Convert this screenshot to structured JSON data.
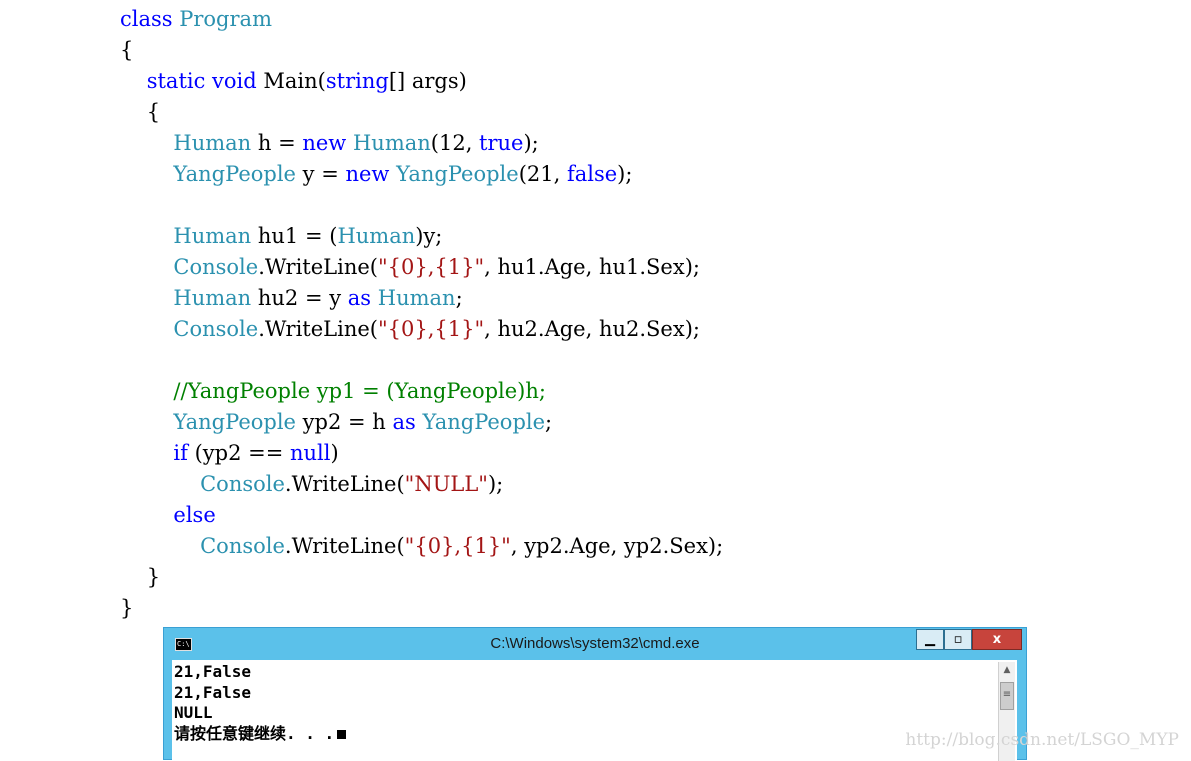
{
  "code_lines": [
    [
      [
        "kw",
        "class"
      ],
      [
        "pl",
        " "
      ],
      [
        "ty",
        "Program"
      ]
    ],
    [
      [
        "pl",
        "{"
      ]
    ],
    [
      [
        "pl",
        "    "
      ],
      [
        "kw",
        "static"
      ],
      [
        "pl",
        " "
      ],
      [
        "kw",
        "void"
      ],
      [
        "pl",
        " Main("
      ],
      [
        "kw",
        "string"
      ],
      [
        "pl",
        "[] args)"
      ]
    ],
    [
      [
        "pl",
        "    {"
      ]
    ],
    [
      [
        "pl",
        "        "
      ],
      [
        "ty",
        "Human"
      ],
      [
        "pl",
        " h = "
      ],
      [
        "kw",
        "new"
      ],
      [
        "pl",
        " "
      ],
      [
        "ty",
        "Human"
      ],
      [
        "pl",
        "(12, "
      ],
      [
        "kw",
        "true"
      ],
      [
        "pl",
        ");"
      ]
    ],
    [
      [
        "pl",
        "        "
      ],
      [
        "ty",
        "YangPeople"
      ],
      [
        "pl",
        " y = "
      ],
      [
        "kw",
        "new"
      ],
      [
        "pl",
        " "
      ],
      [
        "ty",
        "YangPeople"
      ],
      [
        "pl",
        "(21, "
      ],
      [
        "kw",
        "false"
      ],
      [
        "pl",
        ");"
      ]
    ],
    [
      [
        "pl",
        ""
      ]
    ],
    [
      [
        "pl",
        "        "
      ],
      [
        "ty",
        "Human"
      ],
      [
        "pl",
        " hu1 = ("
      ],
      [
        "ty",
        "Human"
      ],
      [
        "pl",
        ")y;"
      ]
    ],
    [
      [
        "pl",
        "        "
      ],
      [
        "ty",
        "Console"
      ],
      [
        "pl",
        ".WriteLine("
      ],
      [
        "str",
        "\"{0},{1}\""
      ],
      [
        "pl",
        ", hu1.Age, hu1.Sex);"
      ]
    ],
    [
      [
        "pl",
        "        "
      ],
      [
        "ty",
        "Human"
      ],
      [
        "pl",
        " hu2 = y "
      ],
      [
        "kw",
        "as"
      ],
      [
        "pl",
        " "
      ],
      [
        "ty",
        "Human"
      ],
      [
        "pl",
        ";"
      ]
    ],
    [
      [
        "pl",
        "        "
      ],
      [
        "ty",
        "Console"
      ],
      [
        "pl",
        ".WriteLine("
      ],
      [
        "str",
        "\"{0},{1}\""
      ],
      [
        "pl",
        ", hu2.Age, hu2.Sex);"
      ]
    ],
    [
      [
        "pl",
        ""
      ]
    ],
    [
      [
        "pl",
        "        "
      ],
      [
        "cm",
        "//YangPeople yp1 = (YangPeople)h;"
      ]
    ],
    [
      [
        "pl",
        "        "
      ],
      [
        "ty",
        "YangPeople"
      ],
      [
        "pl",
        " yp2 = h "
      ],
      [
        "kw",
        "as"
      ],
      [
        "pl",
        " "
      ],
      [
        "ty",
        "YangPeople"
      ],
      [
        "pl",
        ";"
      ]
    ],
    [
      [
        "pl",
        "        "
      ],
      [
        "kw",
        "if"
      ],
      [
        "pl",
        " (yp2 == "
      ],
      [
        "kw",
        "null"
      ],
      [
        "pl",
        ")"
      ]
    ],
    [
      [
        "pl",
        "            "
      ],
      [
        "ty",
        "Console"
      ],
      [
        "pl",
        ".WriteLine("
      ],
      [
        "str",
        "\"NULL\""
      ],
      [
        "pl",
        ");"
      ]
    ],
    [
      [
        "pl",
        "        "
      ],
      [
        "kw",
        "else"
      ]
    ],
    [
      [
        "pl",
        "            "
      ],
      [
        "ty",
        "Console"
      ],
      [
        "pl",
        ".WriteLine("
      ],
      [
        "str",
        "\"{0},{1}\""
      ],
      [
        "pl",
        ", yp2.Age, yp2.Sex);"
      ]
    ],
    [
      [
        "pl",
        "    }"
      ]
    ],
    [
      [
        "pl",
        "}"
      ]
    ]
  ],
  "colors": {
    "keyword": "#0000ff",
    "type": "#2b91af",
    "string": "#a31515",
    "comment": "#008000",
    "text": "#000000",
    "cmd_titlebar": "#5bc1ea",
    "cmd_close": "#c7443c"
  },
  "cmd": {
    "title": "C:\\Windows\\system32\\cmd.exe",
    "icon": "console-icon",
    "icon_text": "C:\\",
    "min_symbol": "▁",
    "max_symbol": "▫",
    "close_symbol": "x",
    "output_lines": [
      "21,False",
      "21,False",
      "NULL",
      "请按任意键继续. . ."
    ]
  },
  "watermark": "http://blog.csdn.net/LSGO_MYP"
}
